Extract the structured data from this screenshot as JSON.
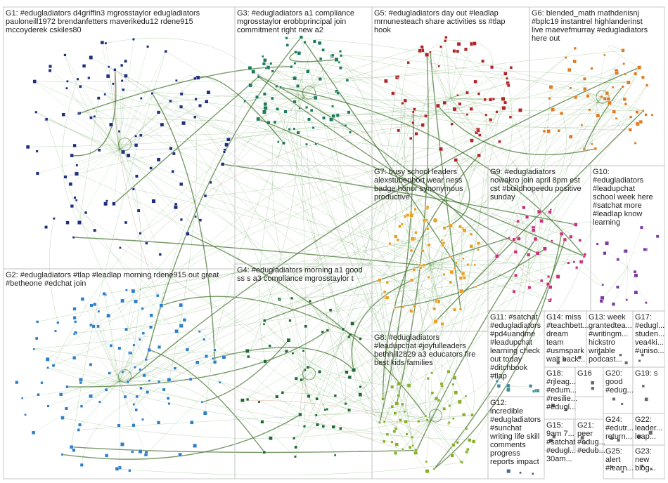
{
  "colors": {
    "border": "#bdbdbd",
    "edge_green": "#5a9a4a",
    "edge_dark": "#3f6f2a",
    "edge_red": "#b24a2a"
  },
  "groups": [
    {
      "id": "G1",
      "lines": [
        "G1: #edugladiators d4griffin3 mgrosstaylor edugladiators",
        "pauloneill1972 brendanfetters maverikedu12 rdene915",
        "mccoyderek cskiles80"
      ],
      "color": "#1f2f7a",
      "nodes": 110
    },
    {
      "id": "G2",
      "lines": [
        "G2: #edugladiators #tlap #leadlap morning rdene915 out great",
        "#betheone #edchat join"
      ],
      "color": "#2f7fc8",
      "nodes": 120
    },
    {
      "id": "G3",
      "lines": [
        "G3: #edugladiators a1 compliance",
        "mgrosstaylor erobbprincipal join",
        "commitment right new a2"
      ],
      "color": "#1d7a5a",
      "nodes": 75
    },
    {
      "id": "G4",
      "lines": [
        "G4: #edugladiators morning a1 good",
        "ss s a3 compliance mgrosstaylor t"
      ],
      "color": "#1f6a34",
      "nodes": 60
    },
    {
      "id": "G5",
      "lines": [
        "G5: #edugladiators day out #leadlap",
        "mrnunesteach share activities ss #tlap",
        "hook"
      ],
      "color": "#b0252a",
      "nodes": 70
    },
    {
      "id": "G6",
      "lines": [
        "G6: blended_math mathdenisnj",
        "#bplc19 instantrel highlanderinst",
        "live maevefmurray #edugladiators",
        "here out"
      ],
      "color": "#e07a20",
      "nodes": 55
    },
    {
      "id": "G7",
      "lines": [
        "G7: busy school leaders",
        "alexstubenbort wear ness",
        "badge honor synonymous",
        "productive"
      ],
      "color": "#e8a020",
      "nodes": 70
    },
    {
      "id": "G8",
      "lines": [
        "G8: #edugladiators",
        "#leadupchat #joyfulleaders",
        "bethhill2829 a3 educators fire",
        "best kids families"
      ],
      "color": "#8ab02a",
      "nodes": 65
    },
    {
      "id": "G9",
      "lines": [
        "G9: #edugladiators",
        "nowakro join april 8pm est",
        "cst #buildhopeedu positive",
        "sunday"
      ],
      "color": "#c8307a",
      "nodes": 40
    },
    {
      "id": "G10",
      "lines": [
        "G10:",
        "#edugladiators",
        "#leadupchat",
        "school week here",
        "#satchat more",
        "#leadlap know",
        "learning"
      ],
      "color": "#7a3aa0",
      "nodes": 20
    },
    {
      "id": "G11",
      "lines": [
        "G11: #satchat",
        "#edugladiators",
        "#pd4uandme",
        "#leadupchat",
        "learning check",
        "out today",
        "#ditchbook",
        "#tlap"
      ],
      "color": "#3a8a9a",
      "nodes": 8
    },
    {
      "id": "G12",
      "lines": [
        "G12:",
        "incredible",
        "#edugladiators",
        "#sunchat",
        "writing life skill",
        "comments",
        "progress",
        "reports impact"
      ],
      "color": "#4a6a8a",
      "nodes": 3
    },
    {
      "id": "G13",
      "lines": [
        "G13: week",
        "grantedtea...",
        "#writingm...",
        "hickstro",
        "writable",
        "podcast..."
      ],
      "color": "#6a6a6a",
      "nodes": 3
    },
    {
      "id": "G14",
      "lines": [
        "G14: miss",
        "#teachbett...",
        "dream",
        "team",
        "#usmspark",
        "wait back..."
      ],
      "color": "#6a6a6a",
      "nodes": 3
    },
    {
      "id": "G15",
      "lines": [
        "G15:",
        "9am 7...",
        "#satchat",
        "#edugl...",
        "30am..."
      ],
      "color": "#6a6a6a",
      "nodes": 2
    },
    {
      "id": "G16",
      "lines": [
        "G16"
      ],
      "color": "#6a6a6a",
      "nodes": 2
    },
    {
      "id": "G17",
      "lines": [
        "G17:",
        "#edugl...",
        "studen...",
        "vea4ki...",
        "#uniso..."
      ],
      "color": "#6a6a6a",
      "nodes": 2
    },
    {
      "id": "G18",
      "lines": [
        "G18:",
        "#rjleag...",
        "#edum...",
        "#resilie...",
        "#edugl..."
      ],
      "color": "#6a6a6a",
      "nodes": 2
    },
    {
      "id": "G19",
      "lines": [
        "G19: s"
      ],
      "color": "#6a6a6a",
      "nodes": 2
    },
    {
      "id": "G20",
      "lines": [
        "G20:",
        "good",
        "#edug..."
      ],
      "color": "#6a6a6a",
      "nodes": 2
    },
    {
      "id": "G21",
      "lines": [
        "G21:",
        "peer",
        "#edug...",
        "#edub..."
      ],
      "color": "#6a6a6a",
      "nodes": 2
    },
    {
      "id": "G22",
      "lines": [
        "G22:",
        "leader...",
        "leap..."
      ],
      "color": "#6a6a6a",
      "nodes": 2
    },
    {
      "id": "G23",
      "lines": [
        "G23:",
        "new",
        "blog..."
      ],
      "color": "#6a6a6a",
      "nodes": 2
    },
    {
      "id": "G24",
      "lines": [
        "G24:",
        "#edutr...",
        "return..."
      ],
      "color": "#6a6a6a",
      "nodes": 2
    },
    {
      "id": "G25",
      "lines": [
        "G25:",
        "alert",
        "#learn..."
      ],
      "color": "#6a6a6a",
      "nodes": 2
    }
  ]
}
